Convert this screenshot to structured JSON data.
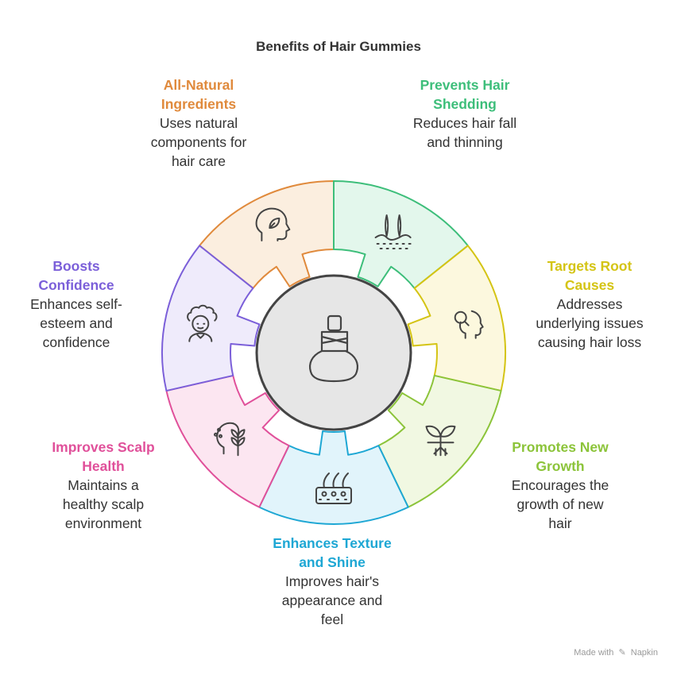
{
  "title": "Benefits of Hair Gummies",
  "center_icon": "hair-gummy-bottle-icon",
  "segments": [
    {
      "id": "all-natural",
      "title": "All-Natural Ingredients",
      "title_lines": [
        "All-Natural",
        "Ingredients"
      ],
      "desc_lines": [
        "Uses natural",
        "components for",
        "hair care"
      ],
      "color": "#E08A3C",
      "fill": "#FBEEDF",
      "icon": "natural-head-leaf-icon"
    },
    {
      "id": "prevents-shedding",
      "title": "Prevents Hair Shedding",
      "title_lines": [
        "Prevents Hair",
        "Shedding"
      ],
      "desc_lines": [
        "Reduces hair fall",
        "and thinning"
      ],
      "color": "#3DBE7A",
      "fill": "#E3F7EC",
      "icon": "hair-follicle-icon"
    },
    {
      "id": "root-causes",
      "title": "Targets Root Causes",
      "title_lines": [
        "Targets Root",
        "Causes"
      ],
      "desc_lines": [
        "Addresses",
        "underlying issues",
        "causing hair loss"
      ],
      "color": "#D4C414",
      "fill": "#FCF8DE",
      "icon": "head-search-icon"
    },
    {
      "id": "new-growth",
      "title": "Promotes New Growth",
      "title_lines": [
        "Promotes New",
        "Growth"
      ],
      "desc_lines": [
        "Encourages the",
        "growth of new",
        "hair"
      ],
      "color": "#8CC43A",
      "fill": "#F1F8E2",
      "icon": "sprout-icon"
    },
    {
      "id": "texture-shine",
      "title": "Enhances Texture and Shine",
      "title_lines": [
        "Enhances Texture",
        "and Shine"
      ],
      "desc_lines": [
        "Improves hair's",
        "appearance and",
        "feel"
      ],
      "color": "#1EA7D4",
      "fill": "#E1F4FB",
      "icon": "hair-strands-icon"
    },
    {
      "id": "scalp-health",
      "title": "Improves Scalp Health",
      "title_lines": [
        "Improves Scalp",
        "Health"
      ],
      "desc_lines": [
        "Maintains a",
        "healthy scalp",
        "environment"
      ],
      "color": "#E0509A",
      "fill": "#FCE6F1",
      "icon": "head-wheat-icon"
    },
    {
      "id": "confidence",
      "title": "Boosts Confidence",
      "title_lines": [
        "Boosts",
        "Confidence"
      ],
      "desc_lines": [
        "Enhances self-",
        "esteem and",
        "confidence"
      ],
      "color": "#7B5FD9",
      "fill": "#EFEBFB",
      "icon": "curly-hair-person-icon"
    }
  ],
  "watermark": {
    "text": "Made with",
    "brand": "Napkin"
  }
}
